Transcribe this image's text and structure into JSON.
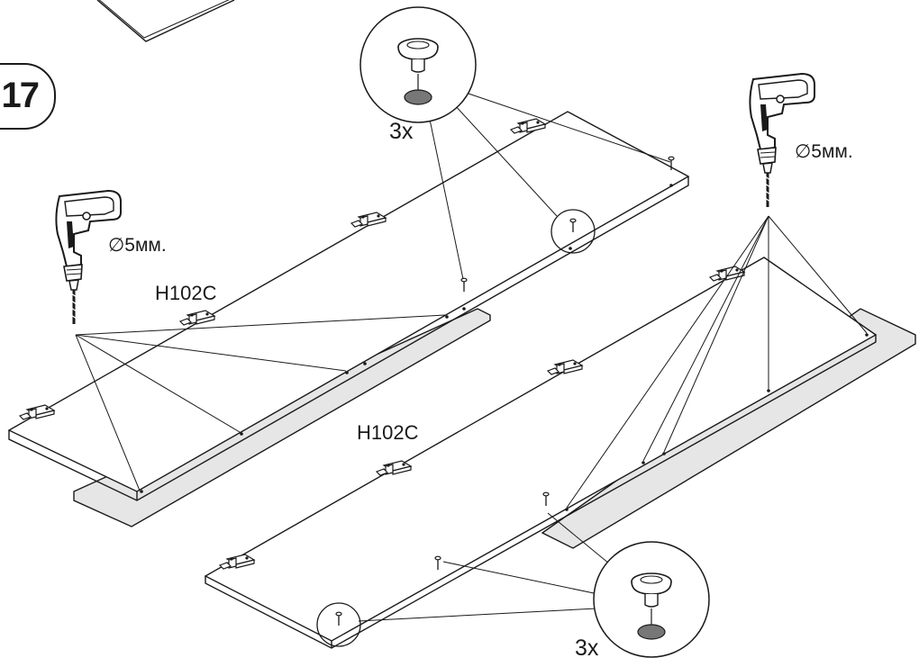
{
  "step": {
    "number": "17"
  },
  "labels": {
    "hinge_code_left": "H102C",
    "hinge_code_right": "H102C",
    "drill_diameter_left": "∅5мм.",
    "drill_diameter_right": "∅5мм.",
    "qty_top": "3x",
    "qty_bottom": "3x"
  },
  "colors": {
    "line": "#1a1a1a",
    "shadow_panel": "#e6e6e6",
    "hole": "#888888"
  },
  "icons": [
    "drill-icon",
    "knob-detail-icon",
    "hinge-icon",
    "screw-icon"
  ]
}
